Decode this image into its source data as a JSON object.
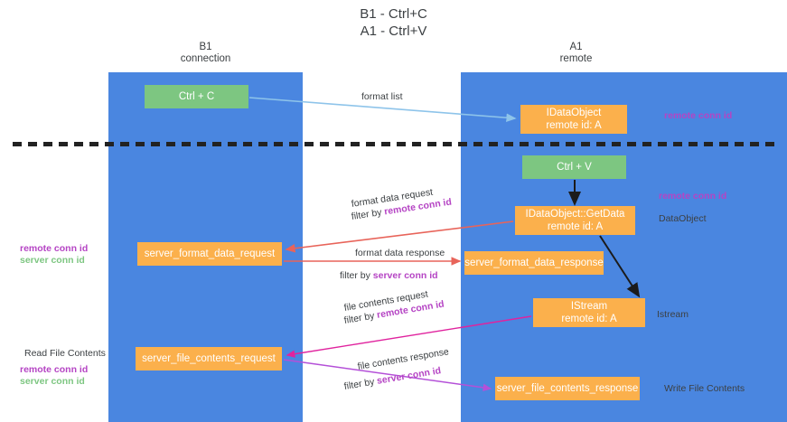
{
  "title": {
    "line1": "B1 - Ctrl+C",
    "line2": "A1 - Ctrl+V"
  },
  "lanes": {
    "b1": {
      "name": "B1",
      "role": "connection"
    },
    "a1": {
      "name": "A1",
      "role": "remote"
    }
  },
  "boxes": {
    "ctrl_c": {
      "line1": "Ctrl + C",
      "line2": ""
    },
    "idataobject": {
      "line1": "IDataObject",
      "line2": "remote id: A"
    },
    "ctrl_v": {
      "line1": "Ctrl + V",
      "line2": ""
    },
    "getdata": {
      "line1": "IDataObject::GetData",
      "line2": "remote id: A"
    },
    "sfd_request": {
      "line1": "server_format_data_request",
      "line2": ""
    },
    "sfd_response": {
      "line1": "server_format_data_response",
      "line2": ""
    },
    "istream": {
      "line1": "IStream",
      "line2": "remote id: A"
    },
    "sfc_request": {
      "line1": "server_file_contents_request",
      "line2": ""
    },
    "sfc_response": {
      "line1": "server_file_contents_response",
      "line2": ""
    }
  },
  "edges": {
    "format_list": "format list",
    "format_data_request": "format data request",
    "format_data_request_filter_prefix": "filter by ",
    "format_data_request_filter_key": "remote conn id",
    "format_data_response": "format data response",
    "format_data_response_filter_prefix": "filter by ",
    "format_data_response_filter_key": "server conn id",
    "file_contents_request": "file contents request",
    "file_contents_request_filter_prefix": "filter by ",
    "file_contents_request_filter_key": "remote conn id",
    "file_contents_response": "file contents response",
    "file_contents_response_filter_prefix": "filter by ",
    "file_contents_response_filter_key": "server conn id"
  },
  "annotations": {
    "right_remote_conn_id_top": "remote conn id",
    "right_remote_conn_id_mid": "remote conn id",
    "right_dataobject": "DataObject",
    "right_istream": "Istream",
    "right_write_file_contents": "Write File Contents",
    "left_remote_conn_id_mid": "remote conn id",
    "left_server_conn_id_mid": "server conn id",
    "left_read_file_contents": "Read File Contents",
    "left_remote_conn_id_bot": "remote conn id",
    "left_server_conn_id_bot": "server conn id"
  },
  "colors": {
    "lane_blue": "#4a86e0",
    "box_green": "#7dc681",
    "box_orange": "#fbb04c",
    "key_purple": "#b544c4",
    "key_green": "#7dc681",
    "arrow_blue": "#8ec4ea",
    "arrow_red": "#e8645a",
    "arrow_pink": "#e0239e",
    "arrow_violet": "#b450d8",
    "arrow_black": "#1b1b1b",
    "divider": "#222222",
    "text_dark": "#3c4043"
  }
}
